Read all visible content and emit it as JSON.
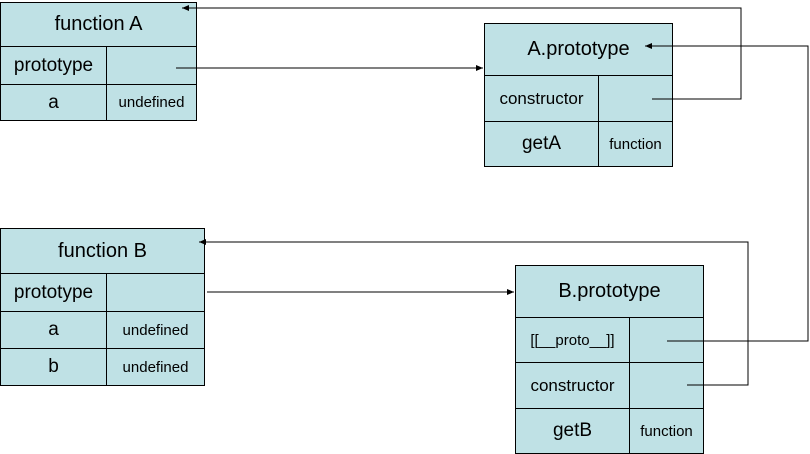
{
  "function_a": {
    "title": "function A",
    "rows": [
      {
        "key": "prototype",
        "value": ""
      },
      {
        "key": "a",
        "value": "undefined"
      }
    ]
  },
  "a_prototype": {
    "title": "A.prototype",
    "rows": [
      {
        "key": "constructor",
        "value": ""
      },
      {
        "key": "getA",
        "value": "function"
      }
    ]
  },
  "function_b": {
    "title": "function B",
    "rows": [
      {
        "key": "prototype",
        "value": ""
      },
      {
        "key": "a",
        "value": "undefined"
      },
      {
        "key": "b",
        "value": "undefined"
      }
    ]
  },
  "b_prototype": {
    "title": "B.prototype",
    "rows": [
      {
        "key": "[[__proto__]]",
        "value": ""
      },
      {
        "key": "constructor",
        "value": ""
      },
      {
        "key": "getB",
        "value": "function"
      }
    ]
  }
}
